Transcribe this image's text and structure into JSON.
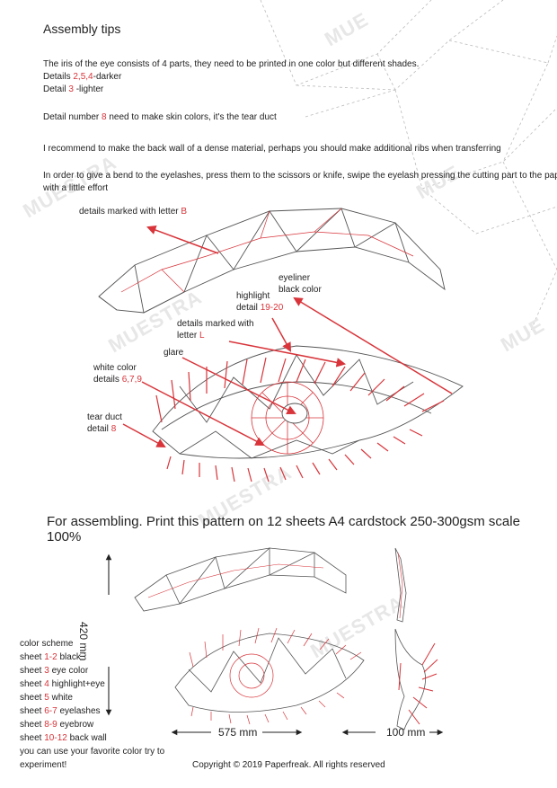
{
  "title": "Assembly tips",
  "tips": {
    "iris_intro": "The iris of the eye consists of 4 parts, they need to be printed in one color but different shades.",
    "details_prefix": "Details ",
    "darker_nums": "2,5,4",
    "darker_suffix": "-darker",
    "detail_prefix": "Detail ",
    "lighter_num": "3",
    "lighter_suffix": " -lighter",
    "skin_prefix": "Detail number ",
    "skin_num": "8",
    "skin_suffix": " need to make skin colors, it's the tear duct",
    "back_wall": "I recommend to make the back wall of a dense material, perhaps you should make additional ribs when transferring",
    "bend_line1": "In order to give a bend to the eyelashes, press them to the scissors or knife, swipe the eyelash pressing the cutting part to the paper",
    "bend_line2": "with a little effort"
  },
  "labels": {
    "marked_b": "details marked with letter ",
    "marked_b_letter": "B",
    "eyeliner_1": "eyeliner",
    "eyeliner_2": "black color",
    "highlight_1": "highlight",
    "highlight_2_prefix": "detail ",
    "highlight_nums": "19-20",
    "marked_l_1": "details marked with",
    "marked_l_2_prefix": "letter ",
    "marked_l_letter": "L",
    "glare": "glare",
    "white_1": "white color",
    "white_2_prefix": "details ",
    "white_nums": "6,7,9",
    "tear_1": "tear duct",
    "tear_2_prefix": "detail ",
    "tear_num": "8"
  },
  "assembling": "For assembling. Print this pattern on 12 sheets A4 cardstock 250-300gsm scale 100%",
  "dimensions": {
    "height": "420 mm",
    "width": "575 mm",
    "depth": "100 mm"
  },
  "color_scheme": {
    "title": "color  scheme",
    "rows": [
      {
        "prefix": "sheet  ",
        "num": "1-2",
        "label": " black"
      },
      {
        "prefix": "sheet  ",
        "num": "3",
        "label": " eye color"
      },
      {
        "prefix": "sheet  ",
        "num": "4",
        "label": " highlight+eye"
      },
      {
        "prefix": "sheet  ",
        "num": "5",
        "label": " white"
      },
      {
        "prefix": "sheet  ",
        "num": "6-7",
        "label": " eyelashes"
      },
      {
        "prefix": "sheet ",
        "num": "8-9",
        "label": " eyebrow"
      },
      {
        "prefix": "sheet ",
        "num": "10-12",
        "label": " back wall"
      }
    ],
    "note1": "you can use your favorite color try to",
    "note2": "experiment!"
  },
  "copyright": "Copyright © 2019 Paperfreak. All rights reserved",
  "watermarks": [
    "MUE",
    "MUESTRA",
    "MUE",
    "MUESTRA",
    "MUE",
    "MUESTRA",
    "MUESTRA"
  ],
  "colors": {
    "accent": "#d8343a",
    "line": "#555555"
  }
}
